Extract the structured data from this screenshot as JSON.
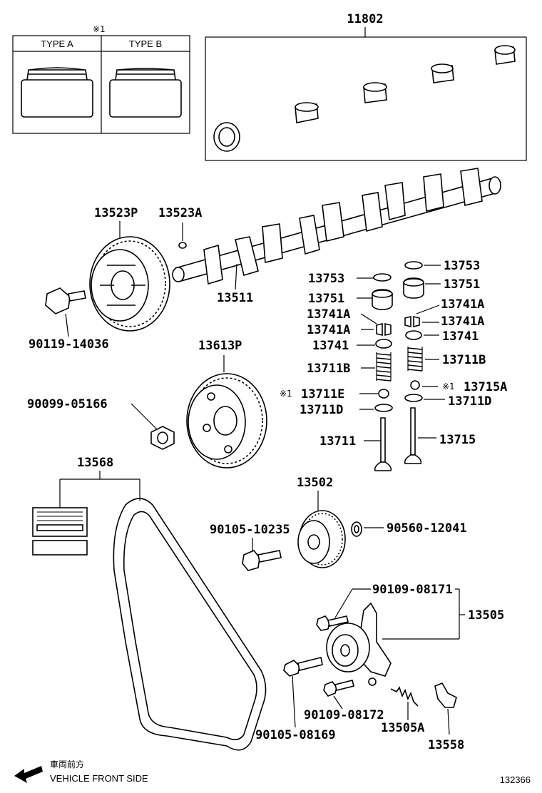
{
  "figure_id": "132366",
  "note_marker": "※1",
  "type_box": {
    "type_a": "TYPE A",
    "type_b": "TYPE B"
  },
  "direction": {
    "jp": "車両前方",
    "en": "VEHICLE FRONT SIDE"
  },
  "parts": {
    "p11802": "11802",
    "p13523p": "13523P",
    "p13523a": "13523A",
    "p13511": "13511",
    "p90119": "90119-14036",
    "p13613p": "13613P",
    "p90099": "90099-05166",
    "p13568": "13568",
    "p13502": "13502",
    "p90105_10235": "90105-10235",
    "p90560": "90560-12041",
    "p90109_08171": "90109-08171",
    "p13505": "13505",
    "p90109_08172": "90109-08172",
    "p90105_08169": "90105-08169",
    "p13505a": "13505A",
    "p13558": "13558",
    "l13753": "13753",
    "l13751": "13751",
    "l13741a_1": "13741A",
    "l13741a_2": "13741A",
    "l13741": "13741",
    "l13711b": "13711B",
    "l13711e": "13711E",
    "l13711d": "13711D",
    "l13711": "13711",
    "r13753": "13753",
    "r13751": "13751",
    "r13741a_1": "13741A",
    "r13741a_2": "13741A",
    "r13741": "13741",
    "r13711b": "13711B",
    "r13715a": "13715A",
    "r13711d": "13711D",
    "r13715": "13715"
  }
}
